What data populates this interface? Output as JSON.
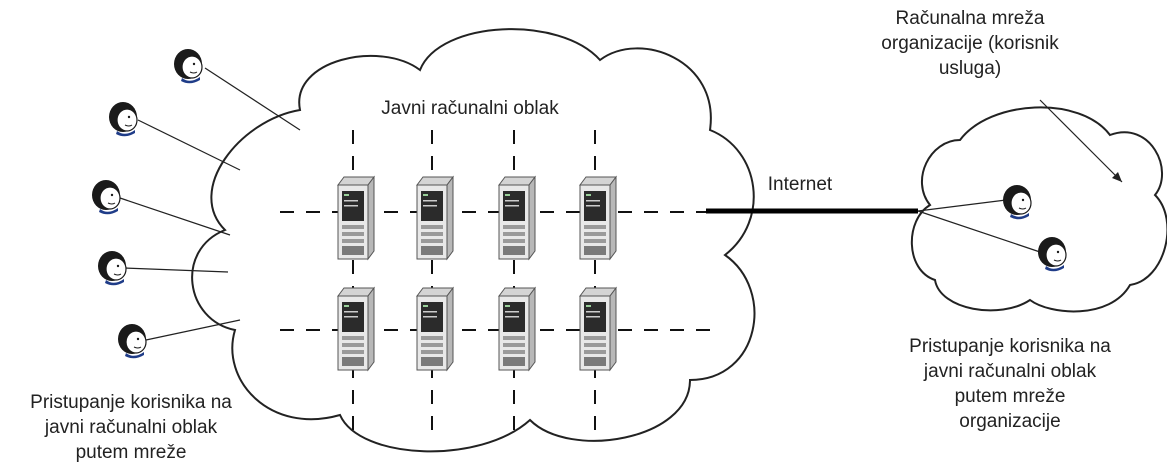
{
  "diagram": {
    "public_cloud_title": "Javni računalni oblak",
    "internet_label": "Internet",
    "org_network_label": "Računalna mreža\norganizacije (korisnik\nusluga)",
    "left_caption": "Pristupanje korisnika na\njavni računalni oblak\nputem mreže",
    "right_caption": "Pristupanje korisnika na\njavni računalni oblak\nputem mreže\norganizacije",
    "icons": {
      "cloud": "cloud-icon",
      "server": "server-tower-icon",
      "user": "user-head-icon"
    },
    "colors": {
      "line": "#111111",
      "server_body": "#e8e8e8",
      "server_dark": "#2b2b2b",
      "cloud_stroke": "#222222",
      "user_face": "#ffffff",
      "user_hair": "#1a1a1a",
      "user_collar": "#1f3c88"
    }
  }
}
